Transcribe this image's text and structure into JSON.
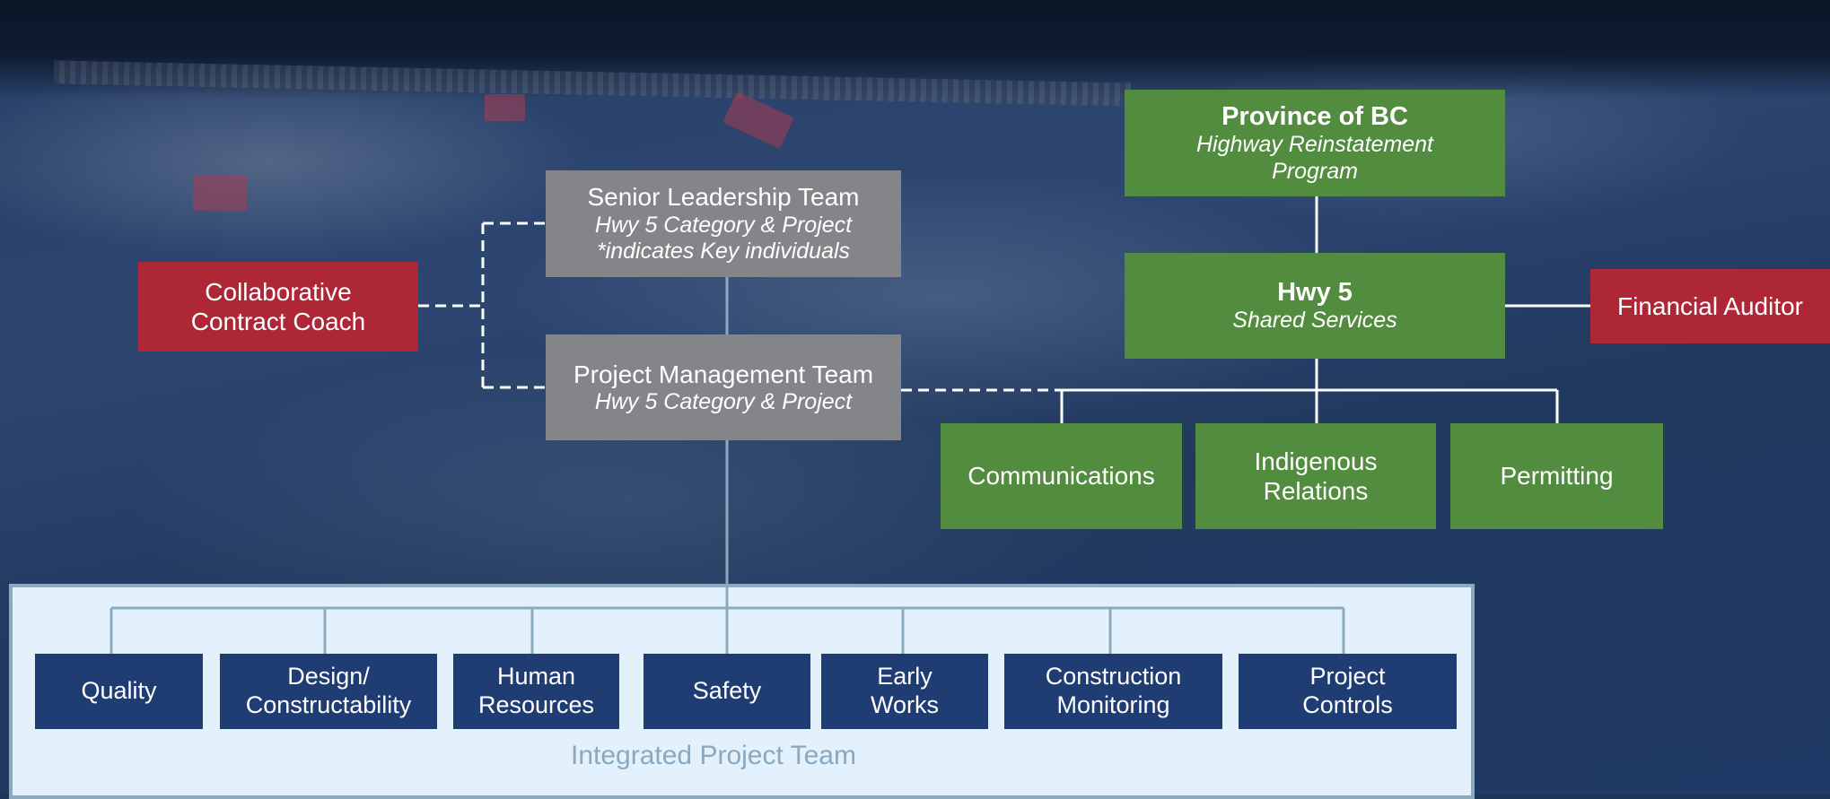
{
  "colors": {
    "gray": "#838589",
    "green": "#528c3f",
    "red": "#ad2737",
    "navy": "#203d73",
    "panel": "#e2f1fb",
    "connector_blue": "#8aaac0",
    "connector_white": "#ffffff"
  },
  "senior_leadership": {
    "title": "Senior Leadership Team",
    "line1": "Hwy 5 Category & Project",
    "line2": "*indicates Key individuals"
  },
  "project_management": {
    "title": "Project Management Team",
    "line1": "Hwy 5 Category & Project"
  },
  "coach": {
    "line1": "Collaborative",
    "line2": "Contract Coach"
  },
  "province": {
    "title": "Province of BC",
    "line1": "Highway Reinstatement",
    "line2": "Program"
  },
  "hwy5": {
    "title": "Hwy 5",
    "line1": "Shared Services"
  },
  "auditor": {
    "label": "Financial Auditor"
  },
  "services": [
    {
      "line1": "Communications",
      "line2": ""
    },
    {
      "line1": "Indigenous",
      "line2": "Relations"
    },
    {
      "line1": "Permitting",
      "line2": ""
    }
  ],
  "integrated_team": {
    "label": "Integrated Project Team",
    "members": [
      {
        "line1": "Quality",
        "line2": ""
      },
      {
        "line1": "Design/",
        "line2": "Constructability"
      },
      {
        "line1": "Human",
        "line2": "Resources"
      },
      {
        "line1": "Safety",
        "line2": ""
      },
      {
        "line1": "Early",
        "line2": "Works"
      },
      {
        "line1": "Construction",
        "line2": "Monitoring"
      },
      {
        "line1": "Project",
        "line2": "Controls"
      }
    ]
  }
}
